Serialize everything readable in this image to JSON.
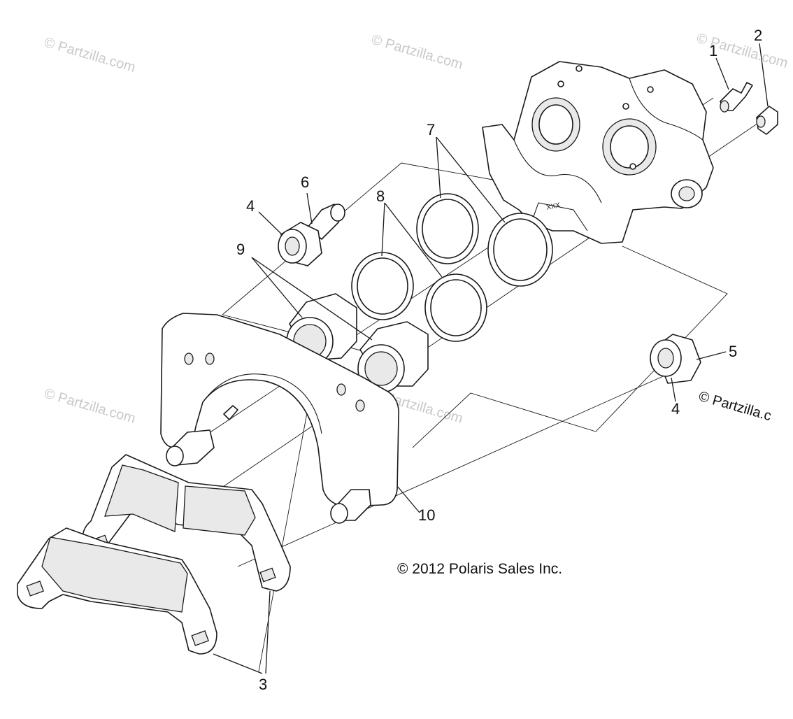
{
  "diagram": {
    "watermark_text": "© Partzilla.com",
    "corner_watermark_text": "© Partzilla.c",
    "copyright_text": "© 2012 Polaris Sales Inc.",
    "caliper_marking": "XXX",
    "callouts": {
      "c1": "1",
      "c2": "2",
      "c3": "3",
      "c4a": "4",
      "c4b": "4",
      "c5": "5",
      "c6": "6",
      "c7": "7",
      "c8": "8",
      "c9": "9",
      "c10": "10"
    }
  }
}
